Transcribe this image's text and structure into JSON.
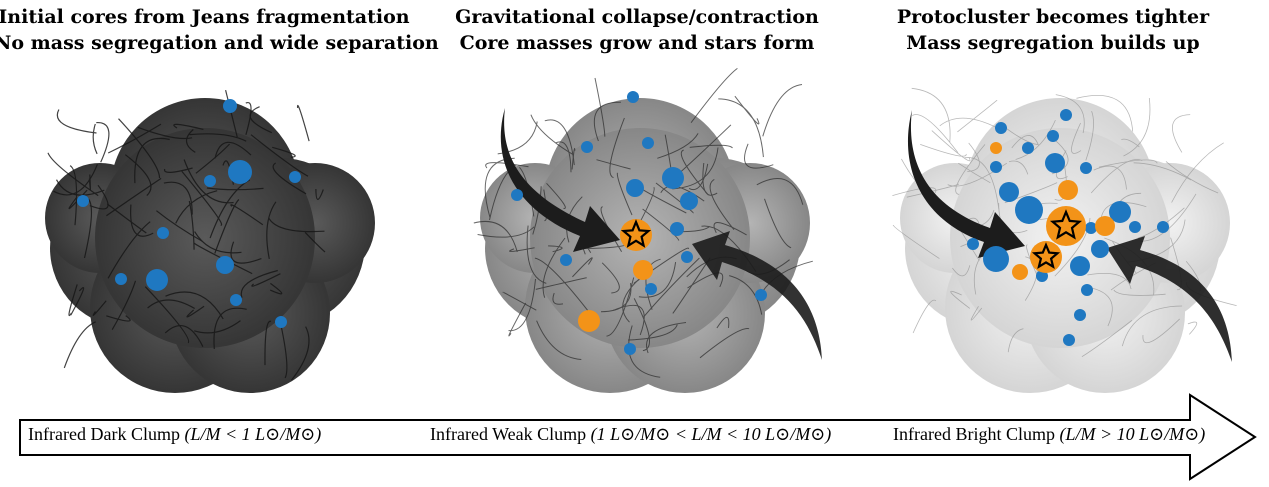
{
  "stages": [
    {
      "title_line1": "Initial cores from Jeans fragmentation",
      "title_line2": "No mass segregation and wide separation",
      "label_name": "Infrared Dark Clump",
      "label_condition": "(L/M < 1 L⊙/M⊙)"
    },
    {
      "title_line1": "Gravitational collapse/contraction",
      "title_line2": "Core masses grow and stars form",
      "label_name": "Infrared Weak Clump",
      "label_condition": "(1 L⊙/M⊙ < L/M < 10 L⊙/M⊙)"
    },
    {
      "title_line1": "Protocluster becomes tighter",
      "title_line2": "Mass segregation builds up",
      "label_name": "Infrared Bright Clump",
      "label_condition": "(L/M > 10 L⊙/M⊙)"
    }
  ],
  "colors": {
    "core_starless": "#1f78c1",
    "core_protostellar": "#f39318",
    "clump_dark": "#3a3a3a",
    "clump_weak": "#8e8e8e",
    "clump_bright": "#dedede",
    "filament": "#1a1a1a",
    "arrow": "#1c1c1c"
  },
  "icons": [
    "star-icon",
    "curved-arrow-icon",
    "timeline-arrow-icon"
  ]
}
